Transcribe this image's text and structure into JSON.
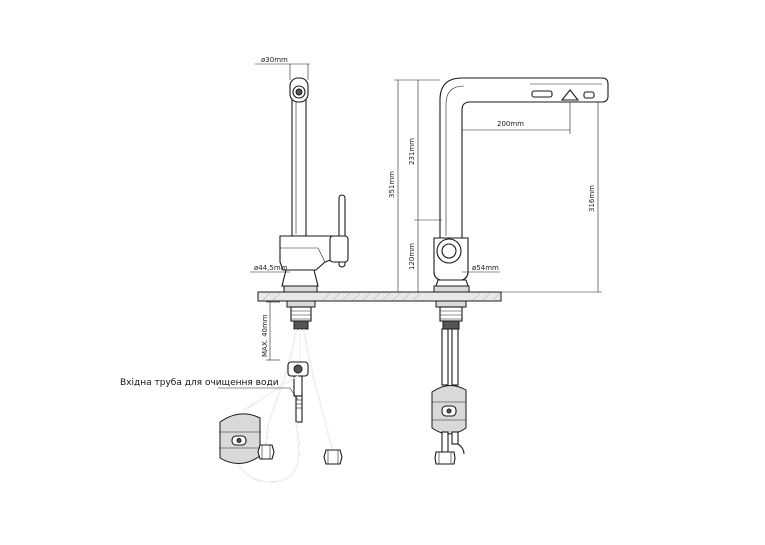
{
  "dimensions": {
    "left_spout_diameter": "ø30mm",
    "left_base_diameter": "ø44,5mm",
    "max_deck_thickness": "MAX. 40mm",
    "reach": "200mm",
    "upper_height": "231mm",
    "total_height": "351mm",
    "lower_height": "120mm",
    "right_base_diameter": "ø54mm",
    "outlet_height": "316mm"
  },
  "labels": {
    "purified_water_inlet": "Вхідна труба для очищення води"
  }
}
